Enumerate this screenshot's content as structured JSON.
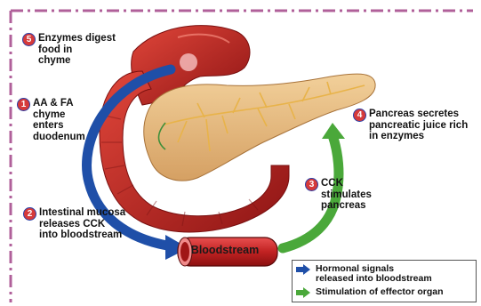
{
  "border_color": "#b0609a",
  "colors": {
    "hormonal_arrow": "#1f4fa8",
    "stimulation_arrow": "#4aa83a",
    "bloodstream": "#c72c2c"
  },
  "steps": [
    {
      "num": "5",
      "text": "Enzymes digest\nfood in\nchyme"
    },
    {
      "num": "1",
      "text": "AA & FA\nchyme\nenters\nduodenum"
    },
    {
      "num": "4",
      "text": "Pancreas secretes\npancreatic juice rich\nin enzymes"
    },
    {
      "num": "3",
      "text": "CCK\nstimulates\npancreas"
    },
    {
      "num": "2",
      "text": "Intestinal mucosa\nreleases  CCK\ninto bloodstream"
    }
  ],
  "bloodstream_label": "Bloodstream",
  "legend": [
    {
      "text": "Hormonal signals\nreleased into bloodstream",
      "icon": "blue-arrow-icon"
    },
    {
      "text": "Stimulation of effector organ",
      "icon": "green-arrow-icon"
    }
  ]
}
